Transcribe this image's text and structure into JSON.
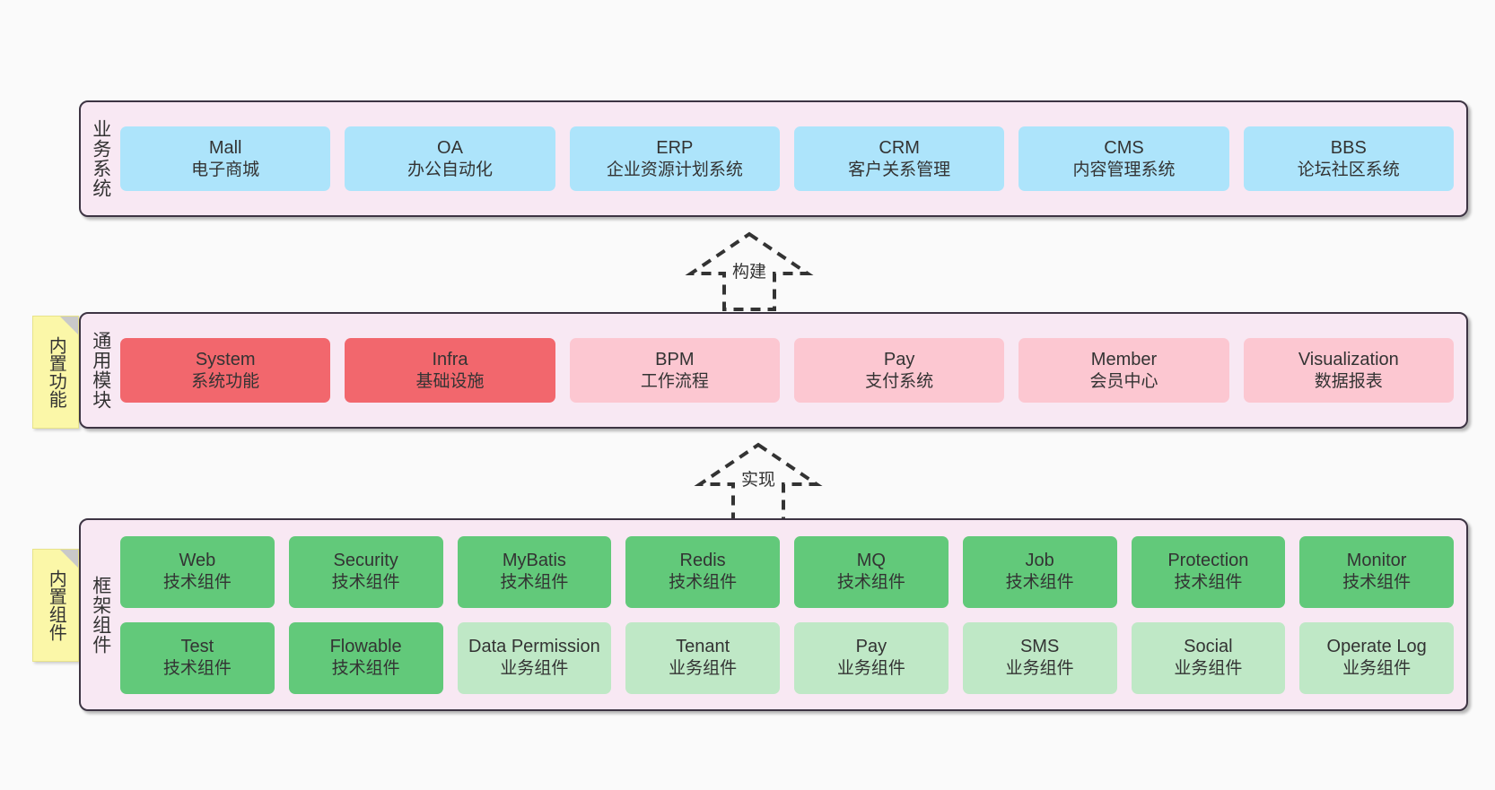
{
  "diagram": {
    "title": "",
    "background": "#fafafa",
    "layer_bg": "#f8e8f3",
    "layer_border": "#3d3443",
    "sticky_bg": "#fbf7a8"
  },
  "layers": [
    {
      "id": "business",
      "label": "业务系统",
      "rows": [
        {
          "cards": [
            {
              "en": "Mall",
              "cn": "电子商城",
              "color": "blue"
            },
            {
              "en": "OA",
              "cn": "办公自动化",
              "color": "blue"
            },
            {
              "en": "ERP",
              "cn": "企业资源计划系统",
              "color": "blue"
            },
            {
              "en": "CRM",
              "cn": "客户关系管理",
              "color": "blue"
            },
            {
              "en": "CMS",
              "cn": "内容管理系统",
              "color": "blue"
            },
            {
              "en": "BBS",
              "cn": "论坛社区系统",
              "color": "blue"
            }
          ]
        }
      ]
    },
    {
      "id": "common",
      "label": "通用模块",
      "sticky": "内置功能",
      "rows": [
        {
          "cards": [
            {
              "en": "System",
              "cn": "系统功能",
              "color": "red"
            },
            {
              "en": "Infra",
              "cn": "基础设施",
              "color": "red"
            },
            {
              "en": "BPM",
              "cn": "工作流程",
              "color": "pink"
            },
            {
              "en": "Pay",
              "cn": "支付系统",
              "color": "pink"
            },
            {
              "en": "Member",
              "cn": "会员中心",
              "color": "pink"
            },
            {
              "en": "Visualization",
              "cn": "数据报表",
              "color": "pink"
            }
          ]
        }
      ]
    },
    {
      "id": "framework",
      "label": "框架组件",
      "sticky": "内置组件",
      "rows": [
        {
          "cards": [
            {
              "en": "Web",
              "cn": "技术组件",
              "color": "green"
            },
            {
              "en": "Security",
              "cn": "技术组件",
              "color": "green"
            },
            {
              "en": "MyBatis",
              "cn": "技术组件",
              "color": "green"
            },
            {
              "en": "Redis",
              "cn": "技术组件",
              "color": "green"
            },
            {
              "en": "MQ",
              "cn": "技术组件",
              "color": "green"
            },
            {
              "en": "Job",
              "cn": "技术组件",
              "color": "green"
            },
            {
              "en": "Protection",
              "cn": "技术组件",
              "color": "green"
            },
            {
              "en": "Monitor",
              "cn": "技术组件",
              "color": "green"
            }
          ]
        },
        {
          "cards": [
            {
              "en": "Test",
              "cn": "技术组件",
              "color": "green"
            },
            {
              "en": "Flowable",
              "cn": "技术组件",
              "color": "green"
            },
            {
              "en": "Data Permission",
              "cn": "业务组件",
              "color": "lgreen",
              "wrap": true
            },
            {
              "en": "Tenant",
              "cn": "业务组件",
              "color": "lgreen"
            },
            {
              "en": "Pay",
              "cn": "业务组件",
              "color": "lgreen"
            },
            {
              "en": "SMS",
              "cn": "业务组件",
              "color": "lgreen"
            },
            {
              "en": "Social",
              "cn": "业务组件",
              "color": "lgreen"
            },
            {
              "en": "Operate Log",
              "cn": "业务组件",
              "color": "lgreen"
            }
          ]
        }
      ]
    }
  ],
  "arrows": [
    {
      "id": "build",
      "label": "构建",
      "direction": "up"
    },
    {
      "id": "implement",
      "label": "实现",
      "direction": "up"
    }
  ]
}
